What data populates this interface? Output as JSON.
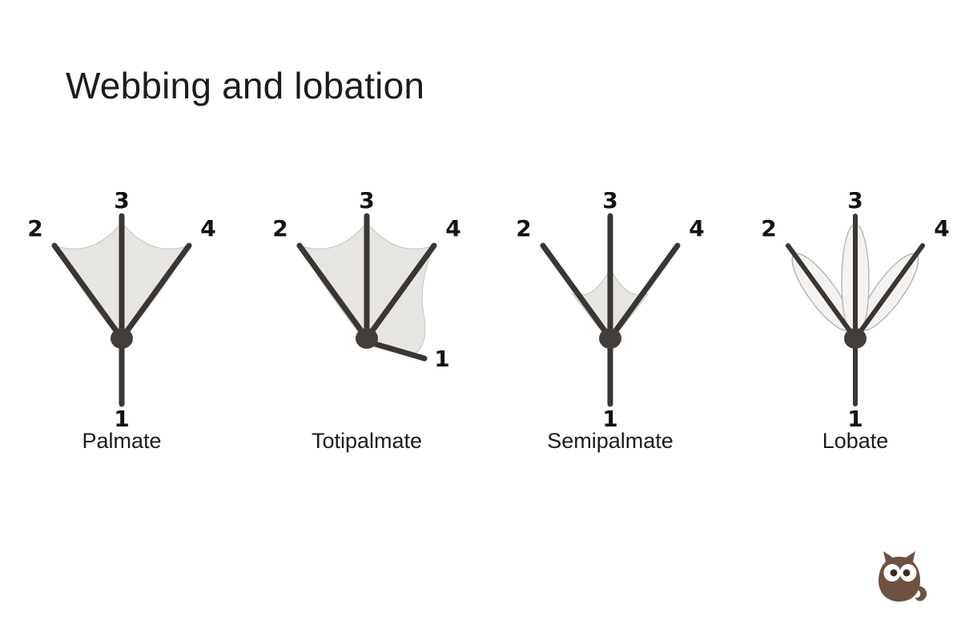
{
  "slide": {
    "title": "Webbing and lobation",
    "background_color": "#ffffff",
    "title_color": "#1c1c1c"
  },
  "palette": {
    "toe_stroke": "#3a3633",
    "joint_fill": "#433e3a",
    "web_fill": "#e6e5e2",
    "web_stroke": "#c9c7c2",
    "lobe_fill": "#f4f3f1",
    "lobe_stroke": "#b2b0ab",
    "digit_label": "#121212",
    "logo_brown": "#6d5243"
  },
  "figures": [
    {
      "id": "palmate",
      "caption": "Palmate",
      "digits": {
        "d1": "1",
        "d2": "2",
        "d3": "3",
        "d4": "4"
      },
      "webbing": "full web between toes 2-3-4, concave scalloped outer edge",
      "toe1_direction": "down",
      "lobes": false
    },
    {
      "id": "totipalmate",
      "caption": "Totipalmate",
      "digits": {
        "d1": "1",
        "d2": "2",
        "d3": "3",
        "d4": "4"
      },
      "webbing": "web joins all four toes including hallux (toe 1)",
      "toe1_direction": "down-right",
      "lobes": false
    },
    {
      "id": "semipalmate",
      "caption": "Semipalmate",
      "digits": {
        "d1": "1",
        "d2": "2",
        "d3": "3",
        "d4": "4"
      },
      "webbing": "small web at base of toes 2-3-4 only",
      "toe1_direction": "down",
      "lobes": false
    },
    {
      "id": "lobate",
      "caption": "Lobate",
      "digits": {
        "d1": "1",
        "d2": "2",
        "d3": "3",
        "d4": "4"
      },
      "webbing": "none",
      "toe1_direction": "down",
      "lobes": true,
      "lobe_count": 3
    }
  ],
  "logo": {
    "name": "owl-logo",
    "color": "#6d5243",
    "eye_color": "#ffffff",
    "pupil_color": "#3a2b22"
  }
}
